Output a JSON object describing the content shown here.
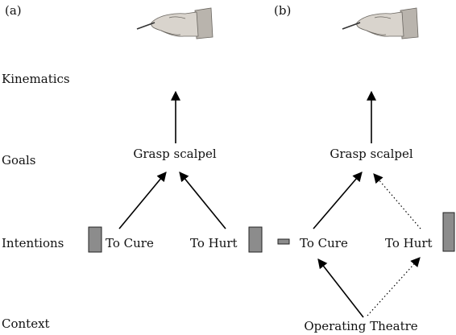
{
  "panels": {
    "a": {
      "label": "(a)"
    },
    "b": {
      "label": "(b)"
    }
  },
  "levels": {
    "kinematics": "Kinematics",
    "goals": "Goals",
    "intentions": "Intentions",
    "context": "Context"
  },
  "nodes": {
    "goal_a": "Grasp scalpel",
    "goal_b": "Grasp scalpel",
    "cure_a": "To Cure",
    "hurt_a": "To Hurt",
    "cure_b": "To Cure",
    "hurt_b": "To Hurt",
    "context_b": "Operating Theatre"
  },
  "intention_strength": {
    "panel_a": {
      "to_cure": 1.0,
      "to_hurt": 1.0
    },
    "panel_b": {
      "to_cure": 0.15,
      "to_hurt": 1.5
    }
  },
  "colors": {
    "bar_fill": "#8c8c8c",
    "line": "#000000"
  },
  "icons": {
    "hand": "hand-with-scalpel-icon"
  }
}
